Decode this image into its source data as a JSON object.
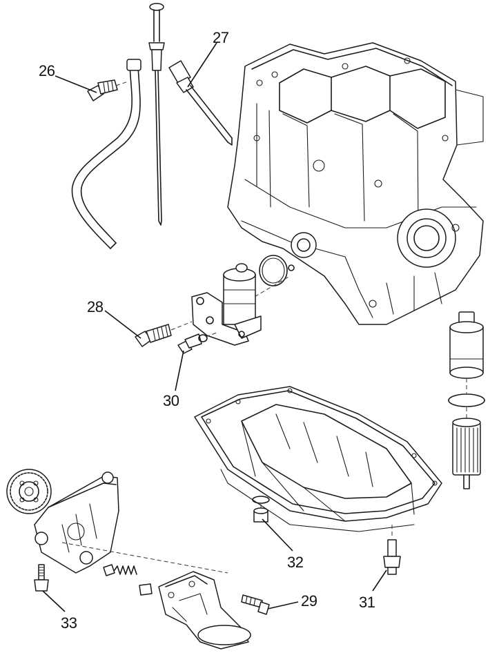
{
  "diagram": {
    "callouts": [
      {
        "id": "26",
        "label": "26"
      },
      {
        "id": "27",
        "label": "27"
      },
      {
        "id": "28",
        "label": "28"
      },
      {
        "id": "29",
        "label": "29"
      },
      {
        "id": "30",
        "label": "30"
      },
      {
        "id": "31",
        "label": "31"
      },
      {
        "id": "32",
        "label": "32"
      },
      {
        "id": "33",
        "label": "33"
      }
    ],
    "colors": {
      "line": "#1a1a1a",
      "background": "#ffffff"
    }
  }
}
